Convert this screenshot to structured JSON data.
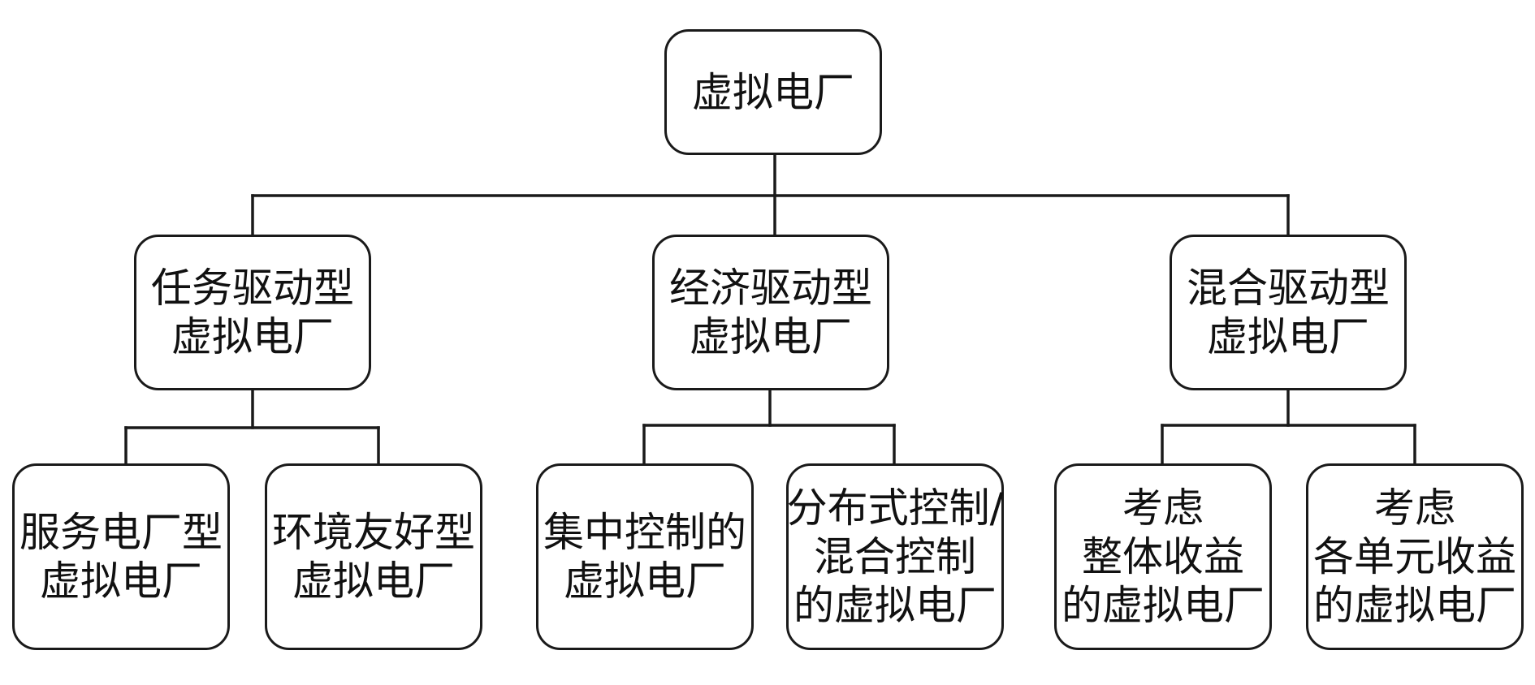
{
  "diagram": {
    "root": {
      "lines": [
        "虚拟电厂"
      ]
    },
    "categories": [
      {
        "lines": [
          "任务驱动型",
          "虚拟电厂"
        ],
        "children": [
          {
            "lines": [
              "服务电厂型",
              "虚拟电厂"
            ]
          },
          {
            "lines": [
              "环境友好型",
              "虚拟电厂"
            ]
          }
        ]
      },
      {
        "lines": [
          "经济驱动型",
          "虚拟电厂"
        ],
        "children": [
          {
            "lines": [
              "集中控制的",
              "虚拟电厂"
            ]
          },
          {
            "lines": [
              "分布式控制/",
              "混合控制",
              "的虚拟电厂"
            ]
          }
        ]
      },
      {
        "lines": [
          "混合驱动型",
          "虚拟电厂"
        ],
        "children": [
          {
            "lines": [
              "考虑",
              "整体收益",
              "的虚拟电厂"
            ]
          },
          {
            "lines": [
              "考虑",
              "各单元收益",
              "的虚拟电厂"
            ]
          }
        ]
      }
    ]
  }
}
